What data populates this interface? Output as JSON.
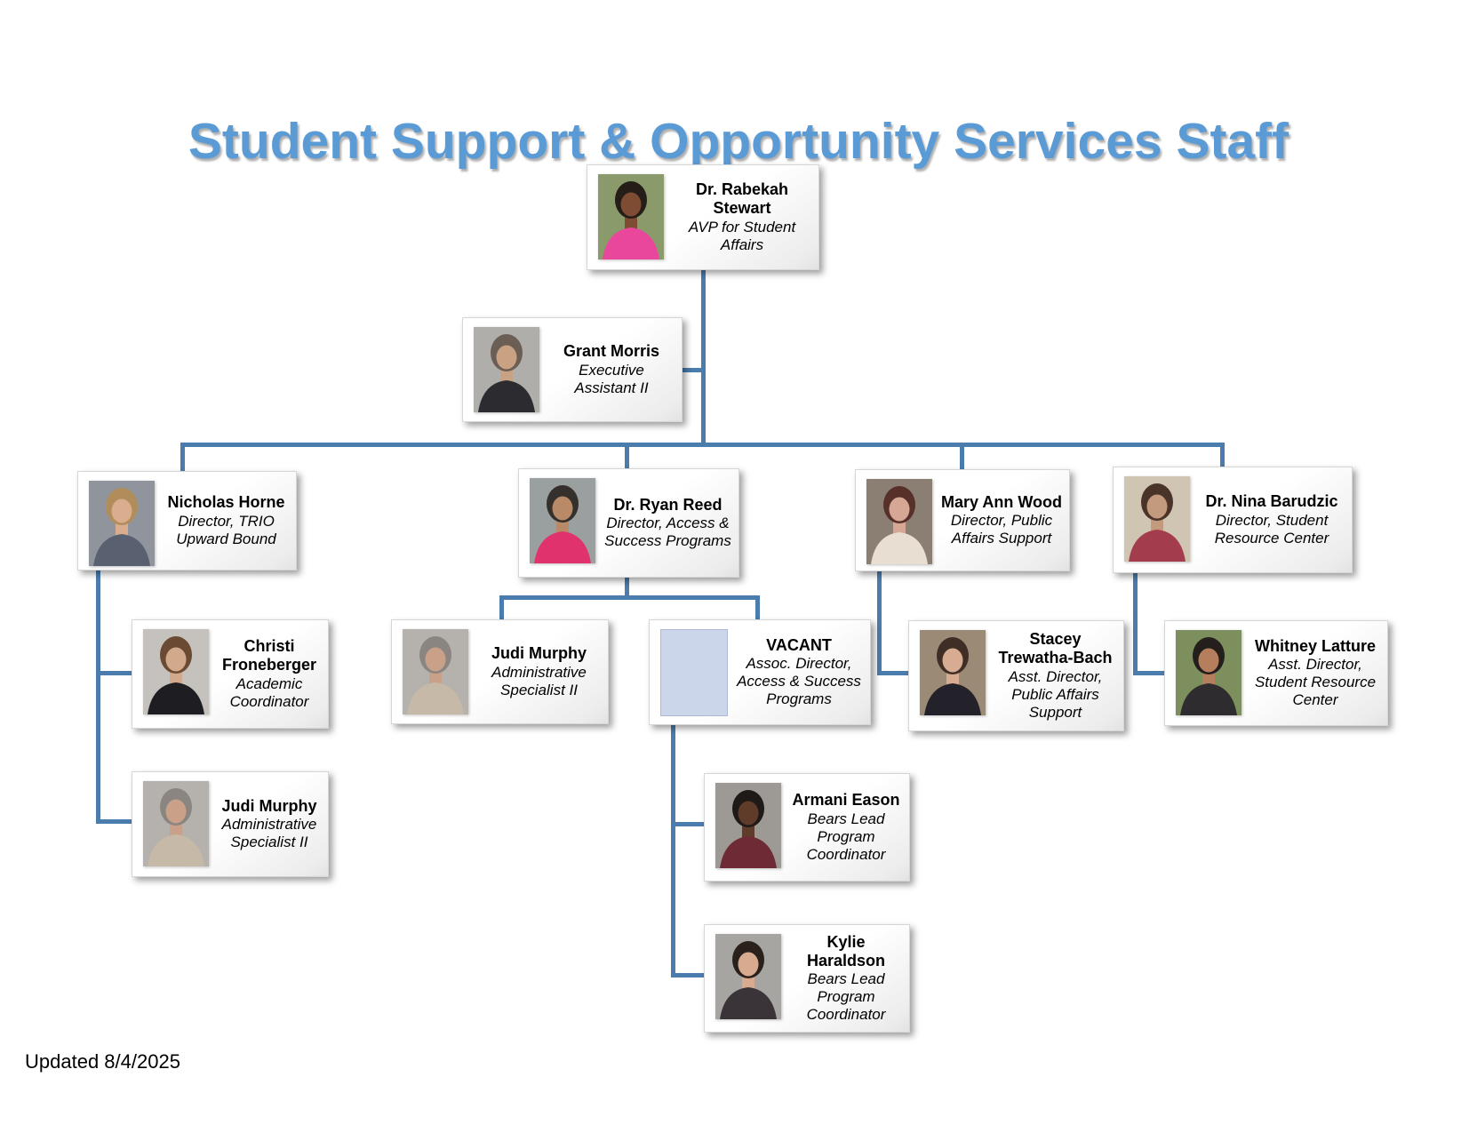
{
  "title": "Student Support & Opportunity Services Staff",
  "footer": {
    "updated": "Updated 8/4/2025"
  },
  "colors": {
    "title": "#5B9BD5",
    "connector": "#4A7CAE",
    "vacant_fill": "#CCD6EA",
    "vacant_border": "#AEBAD4"
  },
  "people": [
    {
      "name": "Dr. Rabekah Stewart",
      "role": "AVP for Student Affairs",
      "photo": {
        "alt": "woman with dark curly hair in pink top, leafy background",
        "bg": "#8a9a6a",
        "hair": "#241d18",
        "top": "#e8479b",
        "skin": "#7d4c33"
      }
    },
    {
      "name": "Grant Morris",
      "role": "Executive Assistant II",
      "photo": {
        "alt": "man with glasses and beard in dark blazer, gray background",
        "bg": "#b0aeab",
        "hair": "#6b5f55",
        "top": "#2b2b30",
        "skin": "#c9a183"
      }
    },
    {
      "name": "Nicholas Horne",
      "role": "Director, TRIO Upward Bound",
      "photo": {
        "alt": "man with short light-brown hair, gray suit and maroon tie",
        "bg": "#90959d",
        "hair": "#b08d5a",
        "top": "#596070",
        "skin": "#d9ad8e"
      }
    },
    {
      "name": "Dr. Ryan Reed",
      "role": "Director, Access & Success Programs",
      "photo": {
        "alt": "man with glasses and dark beard in bright pink shirt",
        "bg": "#9aa0a0",
        "hair": "#35302c",
        "top": "#e0336e",
        "skin": "#b98a68"
      }
    },
    {
      "name": "Mary Ann Wood",
      "role": "Director, Public Affairs Support",
      "photo": {
        "alt": "woman with auburn hair and glasses in floral top",
        "bg": "#8a7f72",
        "hair": "#57302a",
        "top": "#e8ded2",
        "skin": "#d6a794"
      }
    },
    {
      "name": "Dr. Nina Barudzic",
      "role": "Director, Student Resource Center",
      "photo": {
        "alt": "woman with long dark hair in maroon sweater, patterned wall",
        "bg": "#cfc5b2",
        "hair": "#4a3328",
        "top": "#a33d4e",
        "skin": "#c49a7e"
      }
    },
    {
      "name": "Christi Froneberger",
      "role": "Academic Coordinator",
      "photo": {
        "alt": "woman with long curly brown hair in black blazer",
        "bg": "#c5c2bd",
        "hair": "#6b4a33",
        "top": "#1d1d22",
        "skin": "#d3a98c"
      }
    },
    {
      "name": "Judi Murphy",
      "role": "Administrative Specialist II",
      "photo": {
        "alt": "woman with long gray curly hair in striped top",
        "bg": "#b5b2ad",
        "hair": "#8a8580",
        "top": "#c7b9a8",
        "skin": "#c9a188"
      }
    },
    {
      "name": "VACANT",
      "role": "Assoc. Director, Access & Success Programs",
      "photo": {
        "vacant": true,
        "alt": "empty light-blue placeholder"
      }
    },
    {
      "name": "Stacey Trewatha-Bach",
      "role": "Asst. Director, Public Affairs Support",
      "photo": {
        "alt": "woman with short brown hair, purple top and black blazer",
        "bg": "#9b8a76",
        "hair": "#3f2e26",
        "top": "#23222a",
        "skin": "#d8ab93"
      }
    },
    {
      "name": "Whitney Latture",
      "role": "Asst. Director, Student Resource Center",
      "photo": {
        "alt": "woman with long dark braids outdoors by a tree",
        "bg": "#7e8f5e",
        "hair": "#241f1c",
        "top": "#2e2c2e",
        "skin": "#b57f5e"
      }
    },
    {
      "name": "Judi Murphy",
      "role": "Administrative Specialist II",
      "photo": {
        "alt": "woman with long gray curly hair in striped top",
        "bg": "#b5b2ad",
        "hair": "#8a8580",
        "top": "#c7b9a8",
        "skin": "#c9a188"
      }
    },
    {
      "name": "Armani Eason",
      "role": "Bears Lead Program Coordinator",
      "photo": {
        "alt": "woman with glasses and dark hair in maroon top",
        "bg": "#9d9a96",
        "hair": "#1f1a17",
        "top": "#6e2a35",
        "skin": "#5f3b2a"
      }
    },
    {
      "name": "Kylie Haraldson",
      "role": "Bears Lead Program Coordinator",
      "photo": {
        "alt": "woman with long dark hair smiling, gray background",
        "bg": "#a7a5a2",
        "hair": "#2a211d",
        "top": "#3a3438",
        "skin": "#d8ab90"
      }
    }
  ]
}
